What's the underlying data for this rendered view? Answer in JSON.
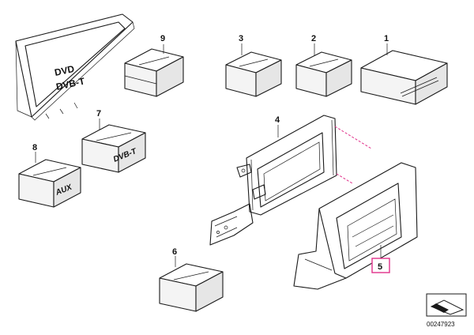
{
  "callouts": {
    "p1": "1",
    "p2": "2",
    "p3": "3",
    "p4": "4",
    "p5": "5",
    "p6": "6",
    "p7": "7",
    "p8": "8",
    "p9": "9"
  },
  "labels": {
    "dvd": "DVD",
    "dvb_t_screen": "DVB-T",
    "dvb_t_box": "DVB-T",
    "aux_box": "AUX"
  },
  "reference_number": "00247923",
  "highlight_color": "#e0308a",
  "icons": [
    "page-turn-icon"
  ]
}
